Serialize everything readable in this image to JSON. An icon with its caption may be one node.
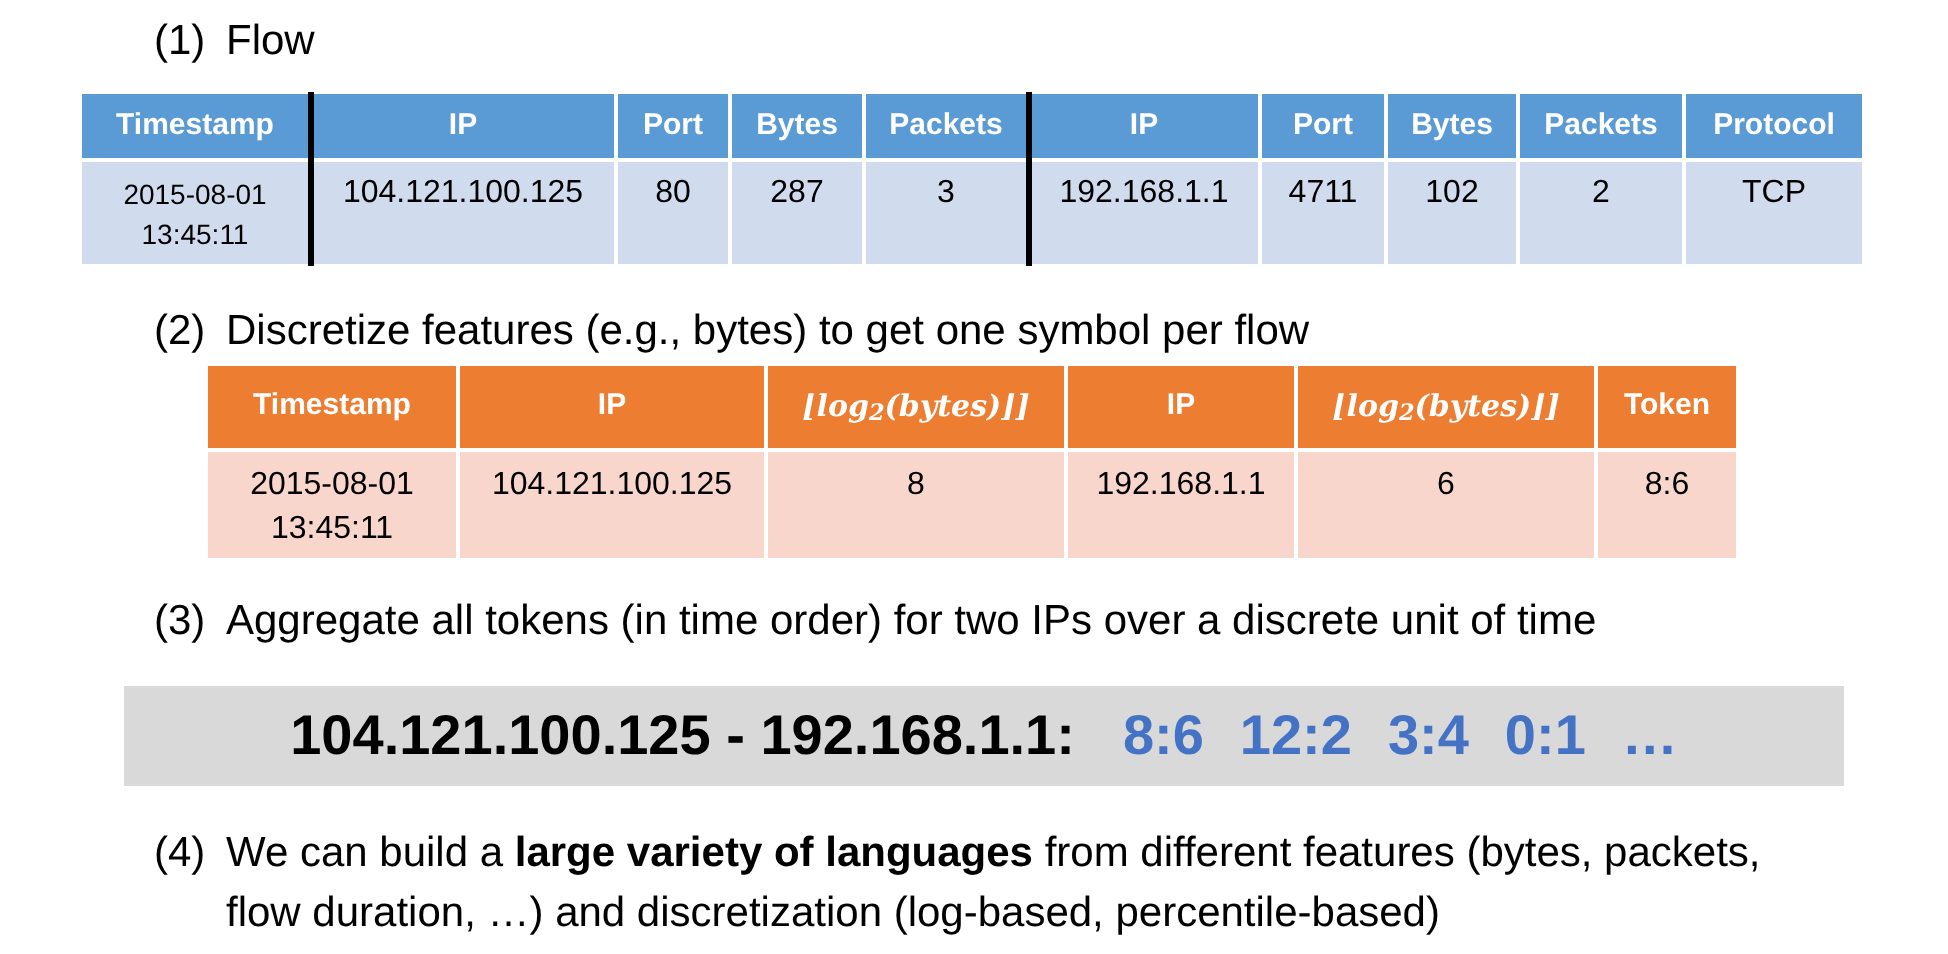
{
  "diagram": {
    "nodes": [
      {
        "text": [
          "104.121.100.125 - 192.168.1.1:",
          "8:6",
          "12:2",
          "3:4",
          "0:1",
          "…"
        ]
      }
    ],
    "edges": [],
    "labels": [
      "(1)",
      "Flow",
      "Timestamp",
      "IP",
      "Port",
      "Bytes",
      "Packets",
      "IP",
      "Port",
      "Bytes",
      "Packets",
      "Protocol",
      "2015-08-01 13:45:11",
      "104.121.100.125",
      "80",
      "287",
      "3",
      "192.168.1.1",
      "4711",
      "102",
      "2",
      "TCP",
      "(2)",
      "Discretize features (e.g., bytes) to get one symbol per flow",
      "Timestamp",
      "IP",
      "⌊log$_{2}$(bytes)⌋]",
      "IP",
      "⌊log$_{2}$(bytes)⌋]",
      "Token",
      "2015-08-01 13:45:11",
      "104.121.100.125",
      "8",
      "192.168.1.1",
      "6",
      "8:6",
      "(3)",
      "Aggregate all tokens (in time order) for two IPs over a discrete unit of time",
      "(4)",
      "We can build a **large variety of languages** from different features (bytes, packets, flow duration, …) and discretization (log-based, percentile-based)"
    ]
  }
}
